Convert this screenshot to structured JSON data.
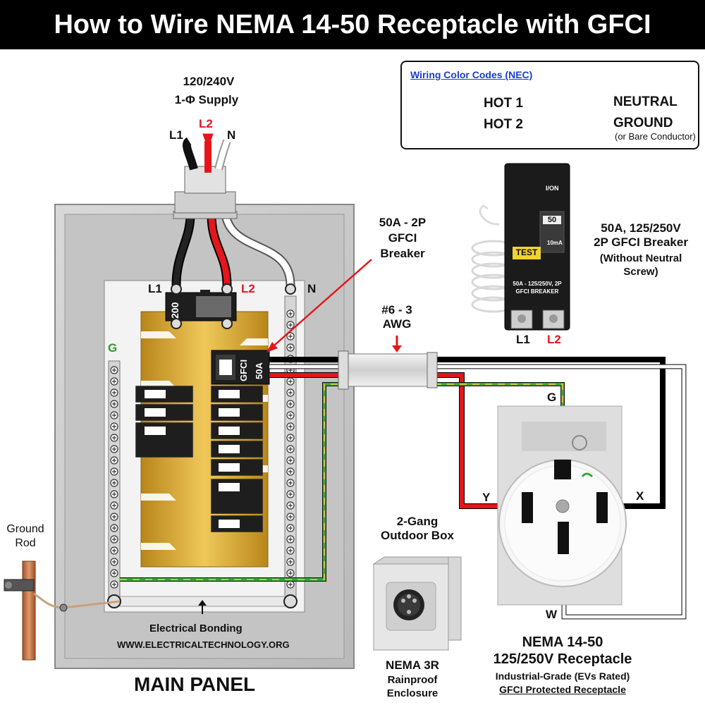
{
  "title": "How to Wire NEMA 14-50 Receptacle with GFCI",
  "supply": {
    "voltage": "120/240V",
    "phase": "1-Φ Supply",
    "l1": "L1",
    "l2": "L2",
    "n": "N"
  },
  "legend": {
    "title": "Wiring Color Codes (NEC)",
    "hot1": "HOT 1",
    "hot2": "HOT 2",
    "neutral": "NEUTRAL",
    "ground": "GROUND",
    "ground_note": "(or Bare Conductor)"
  },
  "panel": {
    "label": "MAIN PANEL",
    "l1": "L1",
    "l2": "L2",
    "n": "N",
    "g": "G",
    "main_breaker": "200",
    "gfci_label": "GFCI",
    "gfci_rating": "50A",
    "bonding": "Electrical Bonding",
    "website": "WWW.ELECTRICALTECHNOLOGY.ORG",
    "ground_rod": [
      "Ground",
      "Rod"
    ]
  },
  "breaker_callout": [
    "50A - 2P",
    "GFCI",
    "Breaker"
  ],
  "cable": [
    "#6 - 3",
    "AWG"
  ],
  "gfci_breaker": {
    "title1": "50A, 125/250V",
    "title2": "2P GFCI Breaker",
    "note1": "(Without Neutral",
    "note2": "Screw)",
    "test": "TEST",
    "on": "I/ON",
    "rating": "50",
    "trip": "10mA",
    "spec1": "50A - 125/250V, 2P",
    "spec2": "GFCI BREAKER",
    "l1": "L1",
    "l2": "L2"
  },
  "receptacle": {
    "g": "G",
    "x": "X",
    "y": "Y",
    "w": "W",
    "title1": "NEMA 14-50",
    "title2": "125/250V Receptacle",
    "sub": "Industrial-Grade (EVs Rated)",
    "sub2": "GFCI Protected Receptacle"
  },
  "box": {
    "title1": "2-Gang",
    "title2": "Outdoor Box",
    "cap1": "NEMA 3R",
    "cap2": "Rainproof",
    "cap3": "Enclosure"
  },
  "colors": {
    "hot1": "#111111",
    "hot2": "#e4161b",
    "neutral": "#ffffff",
    "ground": "#2e9a2e",
    "accent_red": "#e4161b",
    "legend_blue": "#1a3cd6",
    "busbar": "#d8a52c"
  }
}
